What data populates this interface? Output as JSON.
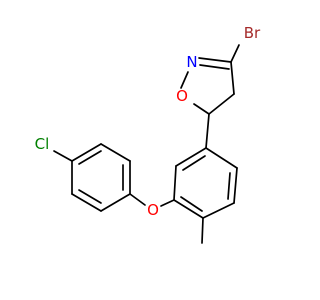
{
  "structure": {
    "background": "#ffffff",
    "bond_color": "#000000",
    "atoms": {
      "bromine": {
        "symbol": "Br",
        "color": "#a52a2a"
      },
      "ring_nitrogen": {
        "symbol": "N",
        "color": "#0000ff"
      },
      "ring_oxygen": {
        "symbol": "O",
        "color": "#ff0000"
      },
      "ether_oxygen": {
        "symbol": "O",
        "color": "#ff0000"
      },
      "chlorine": {
        "symbol": "Cl",
        "color": "#008000"
      }
    }
  }
}
